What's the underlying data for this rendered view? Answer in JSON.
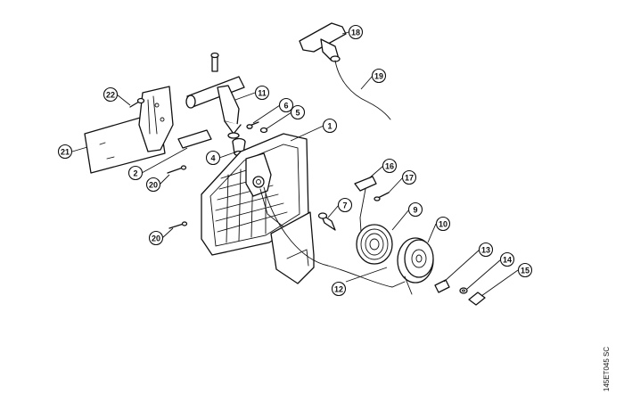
{
  "figure": {
    "reference_code": "145ET045 SC"
  },
  "callouts": [
    {
      "id": "c1",
      "label": "1"
    },
    {
      "id": "c2",
      "label": "2"
    },
    {
      "id": "c4",
      "label": "4"
    },
    {
      "id": "c5",
      "label": "5"
    },
    {
      "id": "c6",
      "label": "6"
    },
    {
      "id": "c7",
      "label": "7"
    },
    {
      "id": "c9",
      "label": "9"
    },
    {
      "id": "c10",
      "label": "10"
    },
    {
      "id": "c11",
      "label": "11"
    },
    {
      "id": "c12",
      "label": "12"
    },
    {
      "id": "c13",
      "label": "13"
    },
    {
      "id": "c14",
      "label": "14"
    },
    {
      "id": "c15",
      "label": "15"
    },
    {
      "id": "c16",
      "label": "16"
    },
    {
      "id": "c17",
      "label": "17"
    },
    {
      "id": "c18",
      "label": "18"
    },
    {
      "id": "c19",
      "label": "19"
    },
    {
      "id": "c20a",
      "label": "20"
    },
    {
      "id": "c20b",
      "label": "20"
    },
    {
      "id": "c21",
      "label": "21"
    },
    {
      "id": "c22",
      "label": "22"
    }
  ]
}
